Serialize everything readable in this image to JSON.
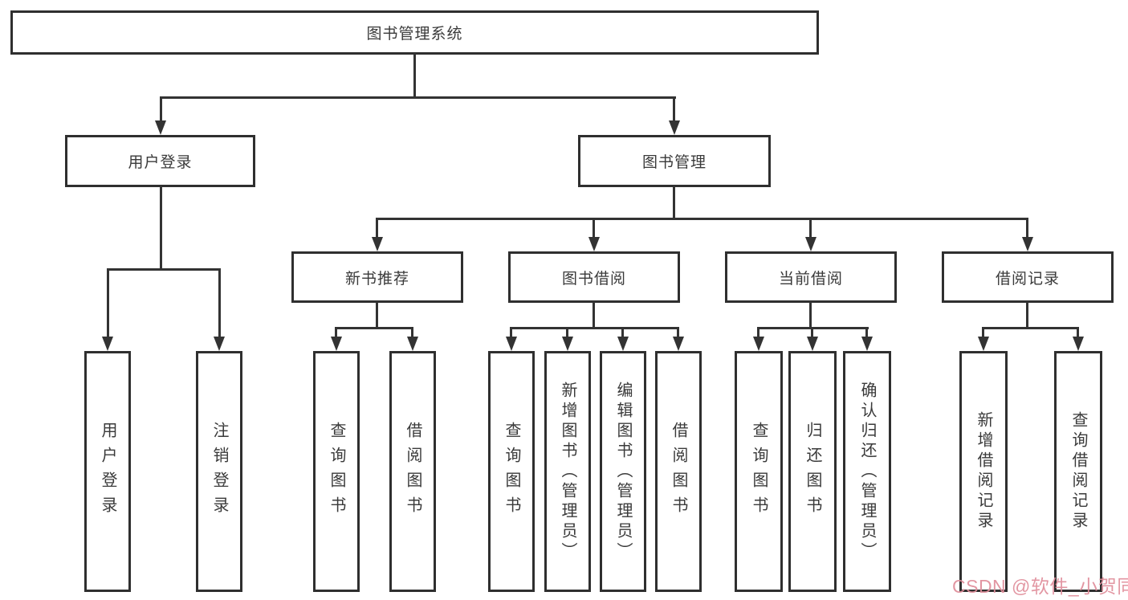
{
  "tree": {
    "root": {
      "label": "图书管理系统"
    },
    "branches": [
      {
        "label": "用户登录",
        "children": [
          {
            "label": "用户登录"
          },
          {
            "label": "注销登录"
          }
        ]
      },
      {
        "label": "图书管理",
        "children": [
          {
            "label": "新书推荐",
            "children": [
              {
                "label": "查询图书"
              },
              {
                "label": "借阅图书"
              }
            ]
          },
          {
            "label": "图书借阅",
            "children": [
              {
                "label": "查询图书"
              },
              {
                "label": "新增图书（管理员）"
              },
              {
                "label": "编辑图书（管理员）"
              },
              {
                "label": "借阅图书"
              }
            ]
          },
          {
            "label": "当前借阅",
            "children": [
              {
                "label": "查询图书"
              },
              {
                "label": "归还图书"
              },
              {
                "label": "确认归还（管理员）"
              }
            ]
          },
          {
            "label": "借阅记录",
            "children": [
              {
                "label": "新增借阅记录"
              },
              {
                "label": "查询借阅记录"
              }
            ]
          }
        ]
      }
    ]
  },
  "watermark": {
    "text": "CSDN @软件_小贺同学",
    "color": "#e08e9b"
  },
  "colors": {
    "line": "#333333",
    "border": "#2f2f2f",
    "text": "#3a3a3a",
    "background": "#ffffff"
  }
}
